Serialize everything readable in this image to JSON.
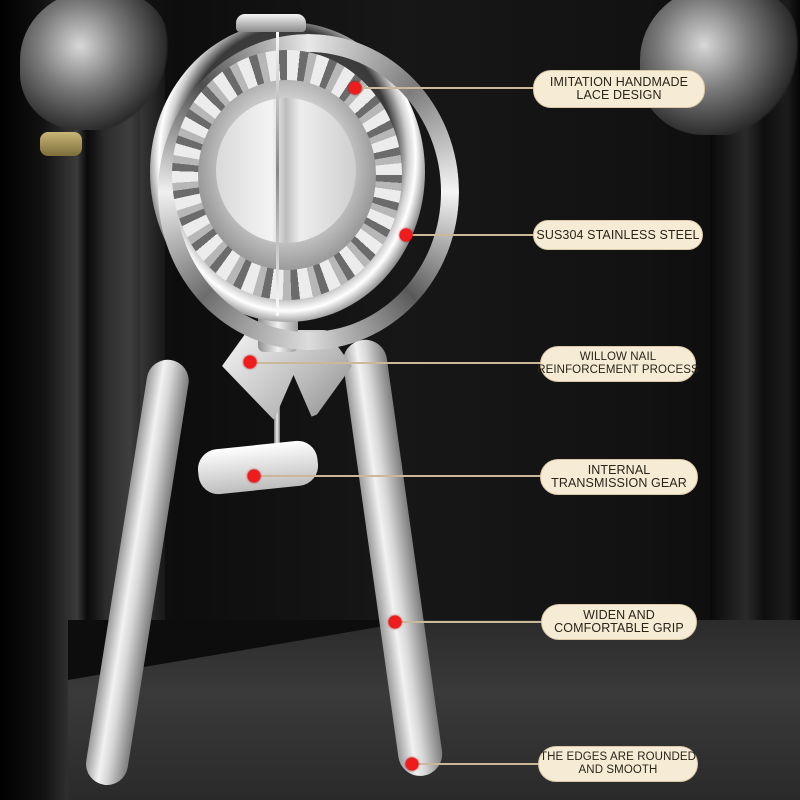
{
  "callouts": [
    {
      "id": "lace",
      "lines": [
        "IMITATION HANDMADE",
        "LACE DESIGN"
      ]
    },
    {
      "id": "steel",
      "lines": [
        "SUS304 STAINLESS STEEL"
      ]
    },
    {
      "id": "nail",
      "lines": [
        "WILLOW NAIL",
        "REINFORCEMENT PROCESS"
      ]
    },
    {
      "id": "gear",
      "lines": [
        "INTERNAL",
        "TRANSMISSION GEAR"
      ]
    },
    {
      "id": "grip",
      "lines": [
        "WIDEN AND",
        "COMFORTABLE GRIP"
      ]
    },
    {
      "id": "edges",
      "lines": [
        "THE EDGES ARE ROUNDED",
        "AND SMOOTH"
      ]
    }
  ],
  "colors": {
    "dot": "#ee1c1c",
    "pill_bg": "#f6ecd6",
    "line": "#c9b89a",
    "background": "#141414"
  }
}
